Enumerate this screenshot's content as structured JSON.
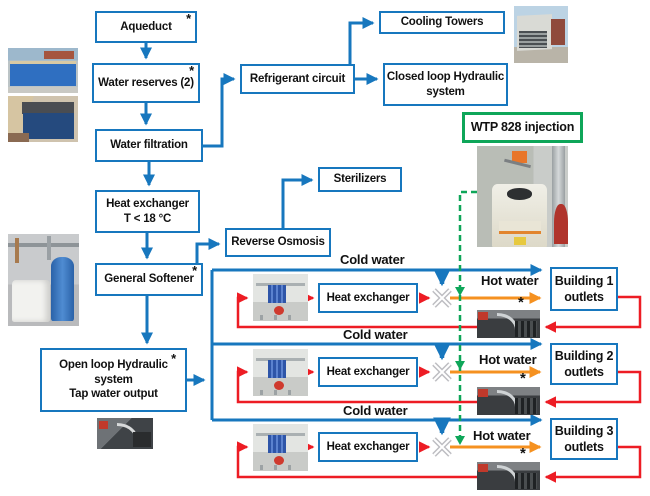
{
  "nodes": {
    "aqueduct": {
      "label": "Aqueduct",
      "mark": "*"
    },
    "water_reserves": {
      "label": "Water reserves (2)",
      "mark": "*"
    },
    "water_filtration": {
      "label": "Water filtration"
    },
    "heat_exchanger_main": {
      "line1": "Heat exchanger",
      "line2": "T < 18 °C"
    },
    "general_softener": {
      "label": "General Softener",
      "mark": "*"
    },
    "open_loop": {
      "line1": "Open loop Hydraulic",
      "line2": "system",
      "line3": "Tap water output",
      "mark": "*"
    },
    "refrigerant_circuit": {
      "label": "Refrigerant circuit"
    },
    "cooling_towers": {
      "label": "Cooling Towers"
    },
    "closed_loop": {
      "line1": "Closed loop Hydraulic",
      "line2": "system"
    },
    "sterilizers": {
      "label": "Sterilizers"
    },
    "reverse_osmosis": {
      "label": "Reverse Osmosis"
    },
    "wtp_injection": {
      "label": "WTP 828 injection"
    }
  },
  "rows": [
    {
      "cold_label": "Cold water",
      "hx_label": "Heat exchanger",
      "hot_label": "Hot water",
      "building_line1": "Building 1",
      "building_line2": "outlets",
      "mark": "*"
    },
    {
      "cold_label": "Cold water",
      "hx_label": "Heat exchanger",
      "hot_label": "Hot water",
      "building_line1": "Building 2",
      "building_line2": "outlets",
      "mark": "*"
    },
    {
      "cold_label": "Cold water",
      "hx_label": "Heat exchanger",
      "hot_label": "Hot water",
      "building_line1": "Building 3",
      "building_line2": "outlets",
      "mark": "*"
    }
  ],
  "colors": {
    "box_border_blue": "#1777be",
    "cold_line_blue": "#1777be",
    "hot_line_orange": "#f59120",
    "return_line_red": "#ed1c24",
    "injection_green": "#0ea659",
    "text": "#111111"
  },
  "photos": {
    "water_reserve_exterior": "water-reserve-exterior-photo",
    "water_reserve_tank": "water-reserve-tank-photo",
    "softener_room": "softener-room-photo",
    "tap_output": "tap-output-photo",
    "cooling_tower": "cooling-tower-photo",
    "wtp_dosing_station": "wtp-dosing-station-photo",
    "plate_heat_exchanger": "plate-heat-exchanger-photo",
    "building_tap": "building-tap-photo"
  }
}
